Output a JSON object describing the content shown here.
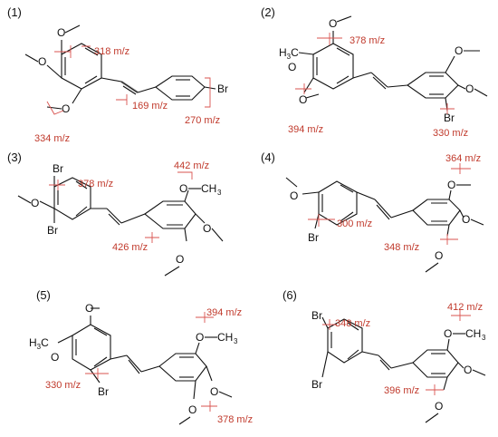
{
  "colors": {
    "fragment": "#c0392b",
    "bond": "#111111"
  },
  "structures": [
    {
      "label": "(1)",
      "fragments": [
        "318 m/z",
        "169 m/z",
        "270 m/z",
        "334 m/z"
      ]
    },
    {
      "label": "(2)",
      "fragments": [
        "378 m/z",
        "394 m/z",
        "330 m/z"
      ]
    },
    {
      "label": "(3)",
      "fragments": [
        "378 m/z",
        "442 m/z",
        "426 m/z"
      ]
    },
    {
      "label": "(4)",
      "fragments": [
        "364 m/z",
        "300 m/z",
        "348 m/z"
      ]
    },
    {
      "label": "(5)",
      "fragments": [
        "394 m/z",
        "330 m/z",
        "378 m/z"
      ]
    },
    {
      "label": "(6)",
      "fragments": [
        "348 m/z",
        "412 m/z",
        "396 m/z"
      ]
    }
  ],
  "atoms": {
    "oxygen": "O",
    "bromine": "Br",
    "carbon": "C",
    "hydrogen": "H",
    "methyl": "CH",
    "methyl_sub": "3"
  }
}
